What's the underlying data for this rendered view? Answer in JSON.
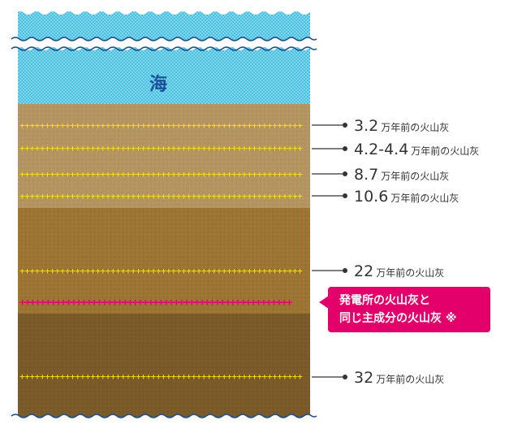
{
  "sea": {
    "label": "海",
    "color": "#5ecde9"
  },
  "colors": {
    "layer_top": "#b49561",
    "layer_middle": "#9c7535",
    "layer_bottom": "#7b5a2a",
    "ash_yellow": "#ffe600",
    "ash_pink": "#e4006a",
    "callout": "#e4006a",
    "line": "#333333"
  },
  "ash_layers": [
    {
      "age": "3.2",
      "unit": "万年前の火山灰"
    },
    {
      "age": "4.2-4.4",
      "unit": "万年前の火山灰"
    },
    {
      "age": "8.7",
      "unit": "万年前の火山灰"
    },
    {
      "age": "10.6",
      "unit": "万年前の火山灰"
    },
    {
      "age": "22",
      "unit": "万年前の火山灰"
    },
    {
      "age": "32",
      "unit": "万年前の火山灰"
    }
  ],
  "callout": {
    "line1": "発電所の火山灰と",
    "line2": "同じ主成分の火山灰 ※"
  }
}
